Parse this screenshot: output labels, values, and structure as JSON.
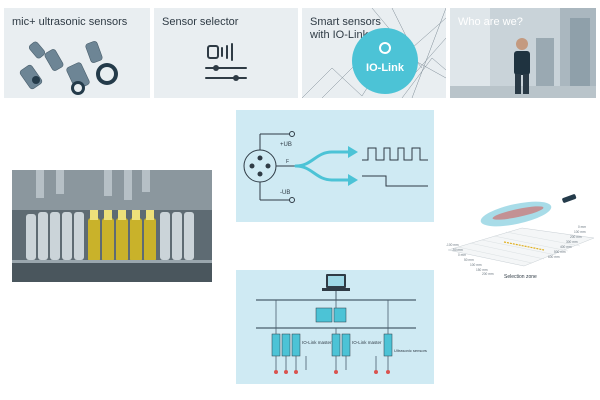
{
  "tiles": [
    {
      "label": "mic+ ultrasonic sensors"
    },
    {
      "label": "Sensor selector"
    },
    {
      "label_line1": "Smart sensors",
      "label_line2": "with IO-Link",
      "badge": "IO-Link"
    },
    {
      "label": "Who are we?"
    }
  ],
  "diagram": {
    "pin_top": "+UB",
    "pin_bottom": "-UB",
    "signal_label": "F"
  },
  "network": {
    "master_left": "IO-Link master",
    "master_right": "IO-Link master",
    "ultrasonic_note": "Ultrasonic sensors"
  },
  "beam_chart": {
    "xlabel": "Selection zone",
    "ticks_left": [
      "-100 mm",
      "-50 mm",
      "0 mm",
      "50 mm",
      "100 mm",
      "150 mm",
      "200 mm"
    ],
    "ticks_right": [
      "0 mm",
      "100 mm",
      "200 mm",
      "300 mm",
      "400 mm",
      "500 mm",
      "600 mm"
    ]
  },
  "colors": {
    "accent": "#4cc3d6",
    "panel_bg": "#cfeaf3",
    "tile_bg": "#e9eef1",
    "text": "#2f3b45"
  }
}
